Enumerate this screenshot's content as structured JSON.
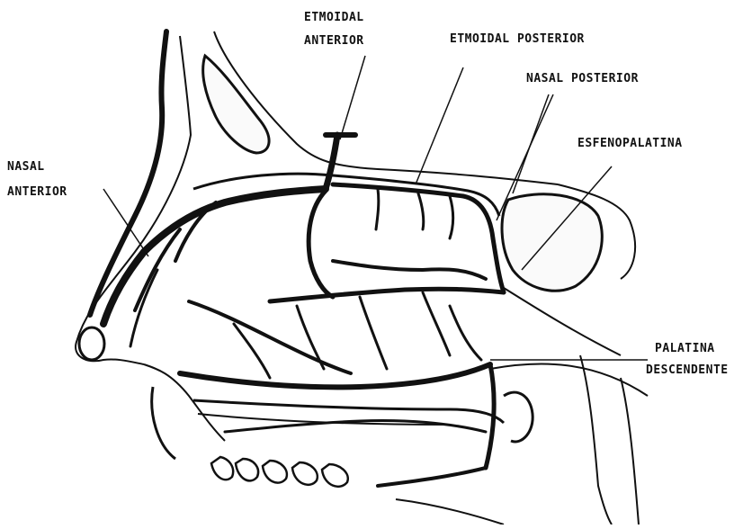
{
  "labels": {
    "etmoidal_anterior_line1": "ETMOIDAL",
    "etmoidal_anterior_line2": "ANTERIOR",
    "etmoidal_posterior": "ETMOIDAL POSTERIOR",
    "nasal_posterior": "NASAL POSTERIOR",
    "esfenopalatina": "ESFENOPALATINA",
    "nasal_anterior_line1": "NASAL",
    "nasal_anterior_line2": "ANTERIOR",
    "palatina_line1": "PALATINA",
    "palatina_line2": "DESCENDENTE"
  },
  "colors": {
    "ink": "#111111",
    "paper": "#ffffff"
  }
}
